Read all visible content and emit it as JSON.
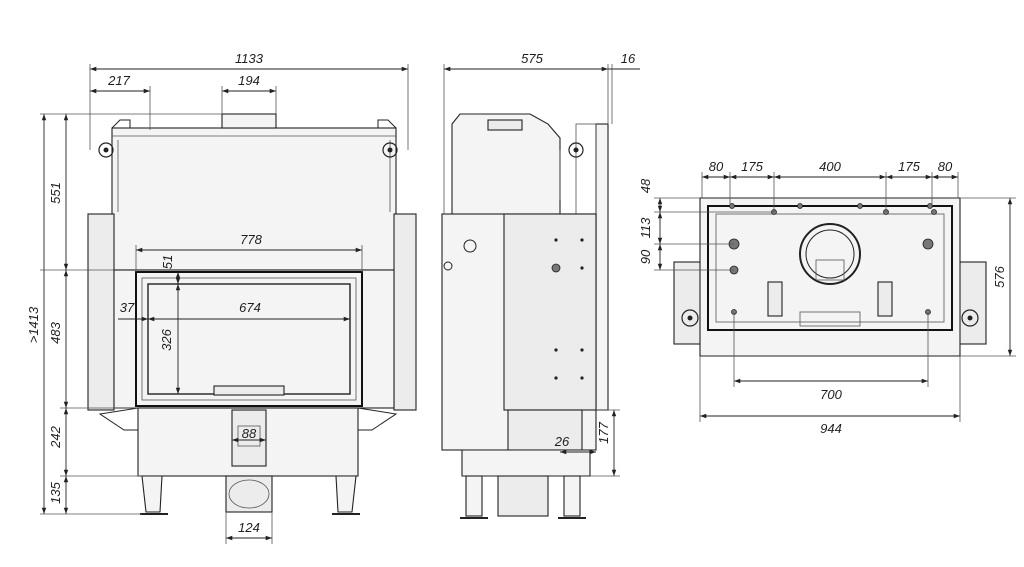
{
  "colors": {
    "line": "#222222",
    "panel": "#f4f4f4",
    "background": "#ffffff"
  },
  "front_view": {
    "overall_width": "1133",
    "left_offset": "217",
    "flue_width": "194",
    "upper_height": "551",
    "total_height": ">1413",
    "mid_height": "483",
    "base_height": "242",
    "leg_height": "135",
    "door_width": "778",
    "glass_top": "51",
    "glass_width": "674",
    "glass_side": "37",
    "glass_height": "326",
    "air_inlet": "88",
    "bottom_duct": "124"
  },
  "side_view": {
    "depth": "575",
    "offset": "16",
    "inlet_offset": "26",
    "inlet_height": "177"
  },
  "top_view": {
    "spacing_1": "80",
    "spacing_2": "175",
    "spacing_3": "400",
    "spacing_4": "175",
    "spacing_5": "80",
    "vert_1": "48",
    "vert_2": "113",
    "vert_3": "90",
    "depth": "576",
    "inner_width": "700",
    "outer_width": "944"
  }
}
